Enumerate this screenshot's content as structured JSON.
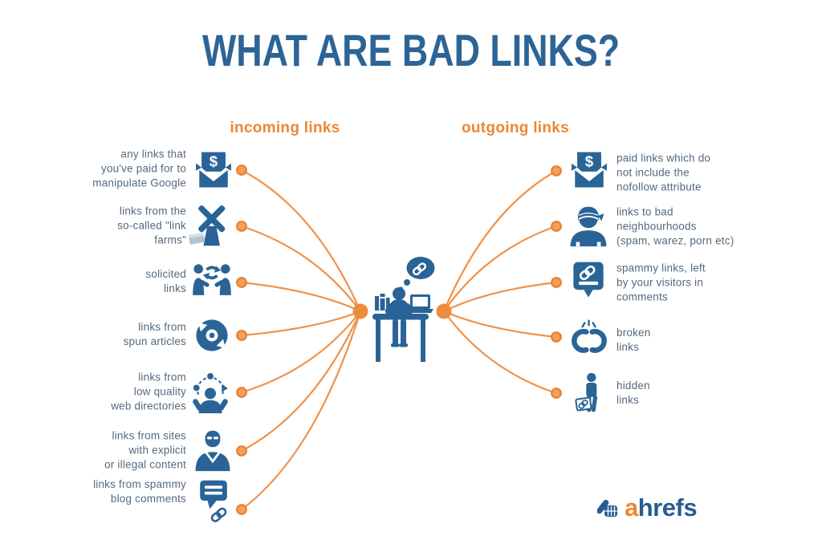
{
  "title": "WHAT ARE BAD LINKS?",
  "colors": {
    "icon_blue": "#2a6496",
    "title_blue": "#2c6496",
    "heading_orange": "#ea8836",
    "line_orange": "#f0924a",
    "label_text": "#54697e"
  },
  "incoming": {
    "heading": "incoming links",
    "items": [
      {
        "icon": "paid-links-envelope-icon",
        "label": "any links that\nyou've paid for to\nmanipulate Google"
      },
      {
        "icon": "link-farm-windmill-icon",
        "label": "links from the\nso-called \"link\nfarms\""
      },
      {
        "icon": "solicited-links-handshake-icon",
        "label": "solicited\nlinks"
      },
      {
        "icon": "spun-articles-disc-icon",
        "label": "links from\nspun articles"
      },
      {
        "icon": "web-directories-juggler-icon",
        "label": "links from\nlow quality\nweb directories"
      },
      {
        "icon": "explicit-content-ninja-icon",
        "label": "links from sites\nwith explicit\nor illegal content"
      },
      {
        "icon": "spammy-blog-comments-icon",
        "label": "links from spammy\nblog comments"
      }
    ]
  },
  "outgoing": {
    "heading": "outgoing links",
    "items": [
      {
        "icon": "paid-links-envelope-icon",
        "label": "paid links which do\nnot include the\nnofollow attribute"
      },
      {
        "icon": "bad-neighbourhood-gangster-icon",
        "label": "links to bad\nneighbourhoods\n(spam, warez, porn etc)"
      },
      {
        "icon": "spammy-comment-bubble-link-icon",
        "label": "spammy links, left\nby your visitors in\ncomments"
      },
      {
        "icon": "broken-chain-icon",
        "label": "broken\nlinks"
      },
      {
        "icon": "hidden-links-person-icon",
        "label": "hidden\nlinks"
      }
    ]
  },
  "center": {
    "figure": "person thinking about links at desk"
  },
  "logo": {
    "brand_first_letter": "a",
    "brand_rest": "hrefs"
  }
}
